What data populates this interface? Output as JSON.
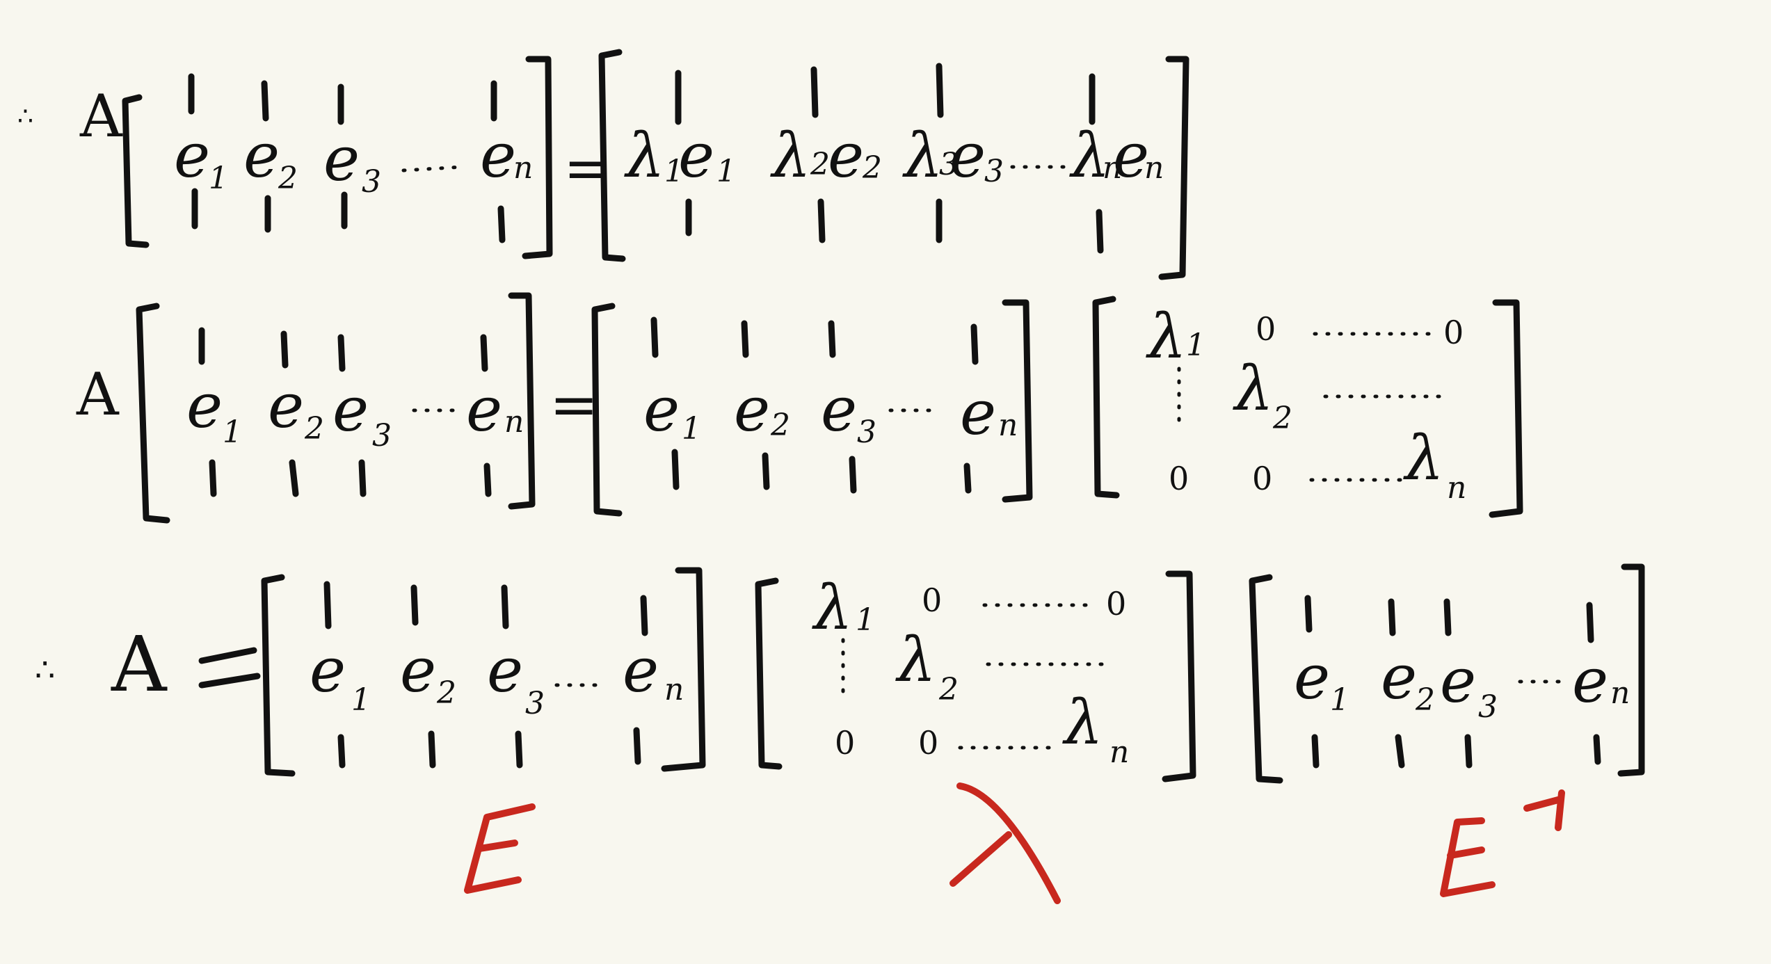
{
  "note": {
    "row1": {
      "therefore": "∴",
      "A": "A",
      "equals": "=",
      "lhs_vectors": [
        "e",
        "e",
        "e",
        "e"
      ],
      "lhs_subscripts": [
        "1",
        "2",
        "3",
        "n"
      ],
      "rhs_lambdas": [
        "λ",
        "λ",
        "λ",
        "λ"
      ],
      "rhs_lambda_subscripts": [
        "1",
        "2",
        "3",
        "n"
      ],
      "rhs_vectors": [
        "e",
        "e",
        "e",
        "e"
      ],
      "rhs_vector_subscripts": [
        "1",
        "2",
        "3",
        "n"
      ]
    },
    "row2": {
      "A": "A",
      "equals": "=",
      "lhs_vectors": [
        "e",
        "e",
        "e",
        "e"
      ],
      "lhs_subscripts": [
        "1",
        "2",
        "3",
        "n"
      ],
      "mid_vectors": [
        "e",
        "e",
        "e",
        "e"
      ],
      "mid_subscripts": [
        "1",
        "2",
        "3",
        "n"
      ],
      "diag": {
        "l1": "λ",
        "l1_sub": "1",
        "l2": "λ",
        "l2_sub": "2",
        "ln": "λ",
        "ln_sub": "n",
        "zeros": [
          "0",
          "0",
          "0",
          "0"
        ]
      }
    },
    "row3": {
      "therefore": "∴",
      "A": "A",
      "equals": "=",
      "E_vectors": [
        "e",
        "e",
        "e",
        "e"
      ],
      "E_subscripts": [
        "1",
        "2",
        "3",
        "n"
      ],
      "diag": {
        "l1": "λ",
        "l1_sub": "1",
        "l2": "λ",
        "l2_sub": "2",
        "ln": "λ",
        "ln_sub": "n",
        "zeros": [
          "0",
          "0",
          "0",
          "0"
        ]
      },
      "Einv_vectors": [
        "e",
        "e",
        "e",
        "e"
      ],
      "Einv_subscripts": [
        "1",
        "2",
        "3",
        "n"
      ]
    },
    "annotations": {
      "E": "E",
      "Lambda": "λ",
      "E_inverse": "E",
      "E_inverse_sup": "-1"
    }
  },
  "colors": {
    "ink": "#111111",
    "annotation": "#c8281e",
    "paper": "#f8f7ef"
  }
}
